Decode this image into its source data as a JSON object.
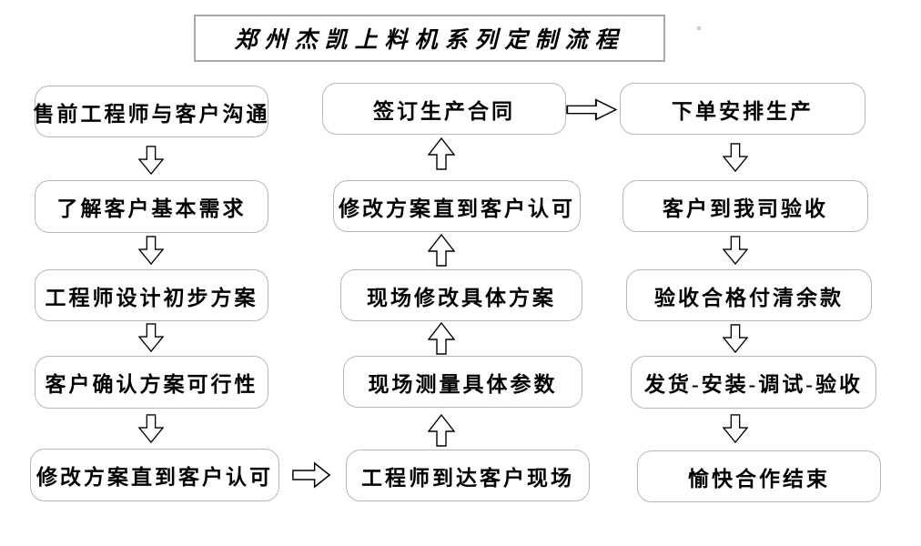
{
  "title": "郑州杰凯上料机系列定制流程",
  "nodes": {
    "left": [
      "售前工程师与客户沟通",
      "了解客户基本需求",
      "工程师设计初步方案",
      "客户确认方案可行性",
      "修改方案直到客户认可"
    ],
    "middle": [
      "签订生产合同",
      "修改方案直到客户认可",
      "现场修改具体方案",
      "现场测量具体参数",
      "工程师到达客户现场"
    ],
    "right": [
      "下单安排生产",
      "客户到我司验收",
      "验收合格付清余款",
      "发货-安装-调试-验收",
      "愉快合作结束"
    ]
  },
  "icons": {
    "arrow_down": "⇩",
    "arrow_up": "⇧",
    "arrow_right": "⇨"
  },
  "colors": {
    "node_border": "#b7b7b7",
    "title_border": "#a8a8a8",
    "text": "#000000",
    "background": "#ffffff"
  }
}
